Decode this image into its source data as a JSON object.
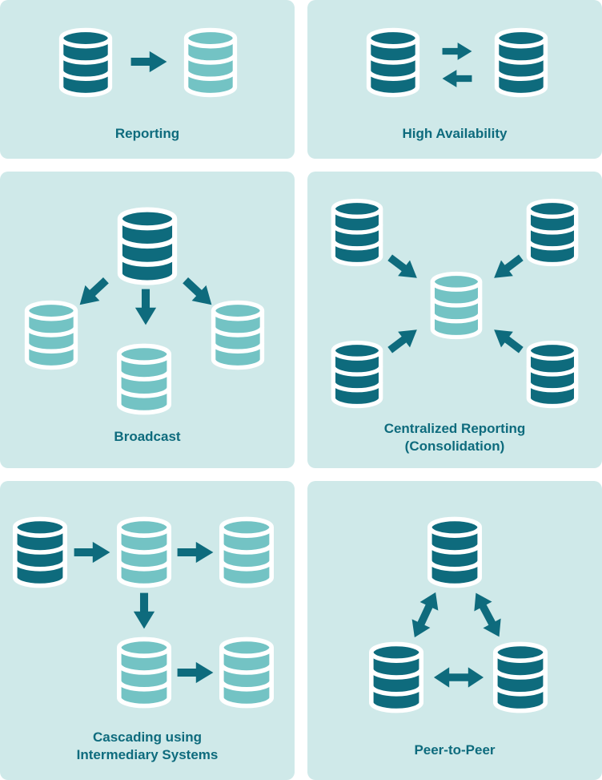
{
  "colors": {
    "background": "#ffffff",
    "panel_background": "#cfe9e9",
    "database_dark": "#0e6b7d",
    "database_light": "#73c3c4",
    "arrow": "#0e6b7d",
    "label_text": "#0e6b7d",
    "outline": "#ffffff"
  },
  "icons": {
    "database": "database-cylinder-icon",
    "arrow": "arrow-icon",
    "double_arrow": "double-headed-arrow-icon"
  },
  "panels": [
    {
      "id": "reporting",
      "label": "Reporting",
      "databases": [
        "dark",
        "light"
      ],
      "arrows": [
        "dark-to-light"
      ]
    },
    {
      "id": "high-availability",
      "label": "High Availability",
      "databases": [
        "dark",
        "dark"
      ],
      "arrows": [
        "left-to-right",
        "right-to-left"
      ]
    },
    {
      "id": "broadcast",
      "label": "Broadcast",
      "databases": [
        "dark",
        "light",
        "light",
        "light"
      ],
      "arrows": [
        "top-to-left",
        "top-to-center",
        "top-to-right"
      ]
    },
    {
      "id": "centralized-reporting",
      "label": "Centralized Reporting",
      "label2": "(Consolidation)",
      "databases": [
        "dark",
        "dark",
        "dark",
        "dark",
        "light"
      ],
      "arrows": [
        "top-left-to-center",
        "top-right-to-center",
        "bottom-left-to-center",
        "bottom-right-to-center"
      ]
    },
    {
      "id": "cascading",
      "label": "Cascading using",
      "label2": "Intermediary Systems",
      "databases": [
        "dark",
        "light",
        "light",
        "light",
        "light"
      ],
      "arrows": [
        "source-to-mid",
        "mid-to-right",
        "mid-down",
        "bottom-mid-to-bottom-right"
      ]
    },
    {
      "id": "peer-to-peer",
      "label": "Peer-to-Peer",
      "databases": [
        "dark",
        "dark",
        "dark"
      ],
      "arrows": [
        "top-left-bidirectional",
        "top-right-bidirectional",
        "bottom-bidirectional"
      ]
    }
  ]
}
